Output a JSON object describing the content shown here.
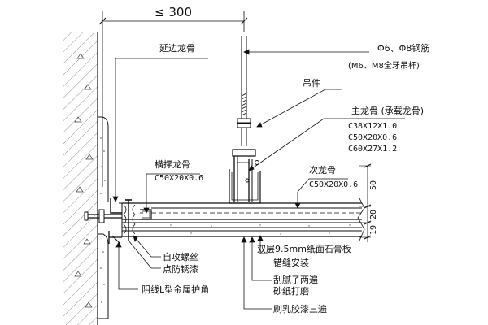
{
  "dimension": {
    "text": "≤ 300"
  },
  "labels": {
    "edge_keel": "延边龙骨",
    "rod": "Φ6、Φ8钢筋",
    "rod_sub": "(M6、M8全牙吊杆)",
    "hanger": "吊件",
    "main_keel": "主龙骨 (承载龙骨)",
    "main_spec1": "C38X12X1.0",
    "main_spec2": "C50X20X0.6",
    "main_spec3": "C60X27X1.2",
    "cross_keel": "横撑龙骨",
    "cross_spec": "C50X20X0.6",
    "secondary_keel": "次龙骨",
    "secondary_spec": "C50X20X0.6",
    "dim_50": "50",
    "dim_20": "20",
    "dim_19": "19",
    "screw": "自攻螺丝",
    "rustproof": "点防锈漆",
    "corner_guard": "阴线L型金属护角",
    "board": "双层9.5mm纸面石膏板",
    "staggered": "错缝安装",
    "putty": "刮腻子两遍",
    "sanding": "砂纸打磨",
    "latex": "刷乳胶漆三遍"
  }
}
